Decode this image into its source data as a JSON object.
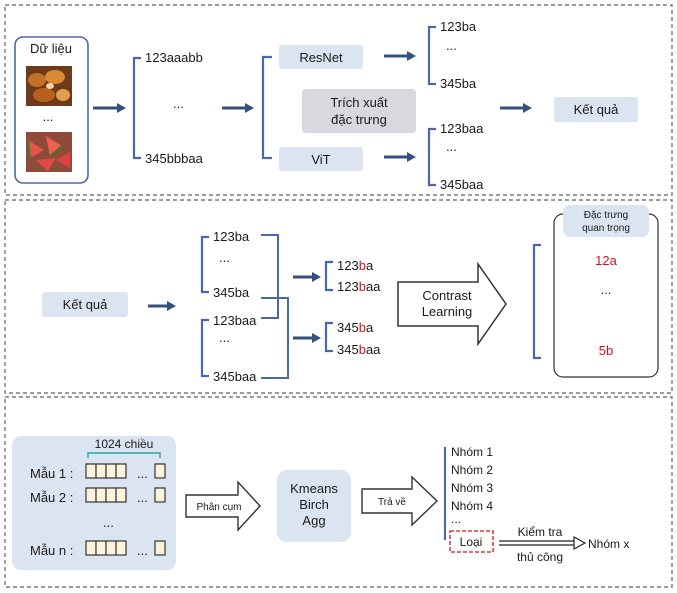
{
  "panel1": {
    "data_label": "Dữ liệu",
    "ellipsis": "...",
    "code_top": "123aaabb",
    "code_mid": "...",
    "code_bottom": "345bbbaa",
    "resnet": "ResNet",
    "vit": "ViT",
    "feature_line1": "Trích xuất",
    "feature_line2": "đặc trưng",
    "resnet_out_top": "123ba",
    "resnet_out_mid": "...",
    "resnet_out_bottom": "345ba",
    "vit_out_top": "123baa",
    "vit_out_mid": "...",
    "vit_out_bottom": "345baa",
    "result": "Kết quả"
  },
  "panel2": {
    "result": "Kết quả",
    "list_a_top": "123ba",
    "list_a_mid": "...",
    "list_a_bottom": "345ba",
    "list_b_top": "123baa",
    "list_b_mid": "...",
    "list_b_bottom": "345baa",
    "pair1_a": {
      "pre": "123",
      "red": "b",
      "post": "a"
    },
    "pair1_b": {
      "pre": "123",
      "red": "b",
      "post": "aa"
    },
    "pair2_a": {
      "pre": "345",
      "red": "b",
      "post": "a"
    },
    "pair2_b": {
      "pre": "345",
      "red": "b",
      "post": "aa"
    },
    "contrast_line1": "Contrast",
    "contrast_line2": "Learning",
    "important_line1": "Đặc trưng",
    "important_line2": "quan trọng",
    "important_top": "12a",
    "important_mid": "...",
    "important_bottom": "5b"
  },
  "panel3": {
    "dims": "1024 chiều",
    "sample1": "Mẫu 1 :",
    "sample2": "Mẫu 2 :",
    "sample_dots": "...",
    "sample_n": "Mẫu n :",
    "row_ellipsis": "...",
    "cluster_arrow": "Phân cụm",
    "algo_line1": "Kmeans",
    "algo_line2": "Birch",
    "algo_line3": "Agg",
    "return_arrow": "Trả về",
    "groups": [
      "Nhóm 1",
      "Nhóm 2",
      "Nhóm 3",
      "Nhóm 4"
    ],
    "groups_more": "...",
    "discard": "Loại",
    "check_line1": "Kiểm tra",
    "check_line2": "thủ công",
    "group_x": "Nhóm x"
  },
  "colors": {
    "accent": "#4a69a8",
    "arrow": "#35507e",
    "highlight_red": "#d0121b",
    "pill": "#dbe4f1",
    "panel_dash": "#7a7a7a"
  }
}
